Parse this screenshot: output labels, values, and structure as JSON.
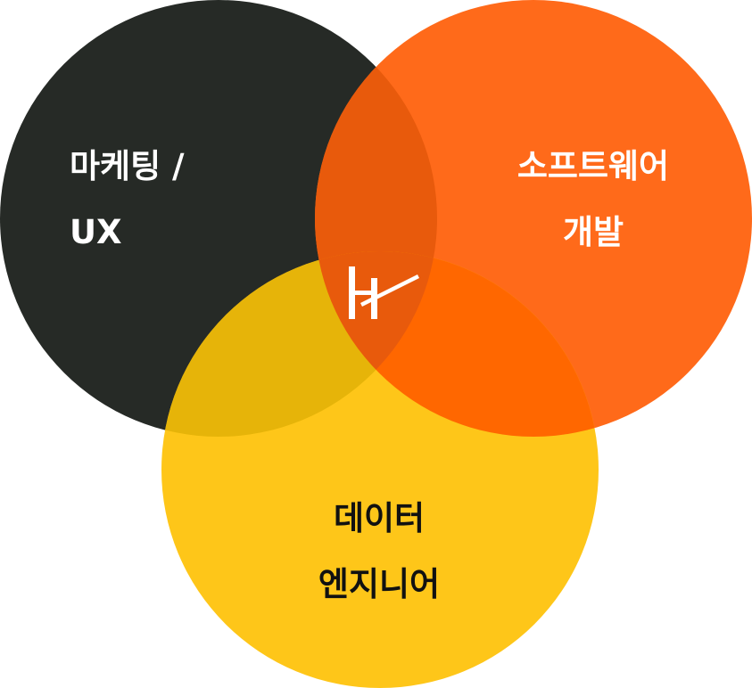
{
  "diagram": {
    "type": "venn",
    "circles": [
      {
        "id": "marketing",
        "label_lines": [
          "마케팅 /",
          "UX"
        ],
        "fill": "#262a26",
        "text_color": "#ffffff"
      },
      {
        "id": "software",
        "label_lines": [
          "소프트웨어",
          "개발"
        ],
        "fill": "#ff6a1a",
        "text_color": "#ffffff"
      },
      {
        "id": "data",
        "label_lines": [
          "데이터",
          "엔지니어"
        ],
        "fill": "#fec619",
        "text_color": "#111111"
      }
    ],
    "overlap_colors": {
      "marketing_software": "#e85a0c",
      "marketing_data": "#e6b409",
      "software_data": "#ff6700"
    },
    "center_logo": {
      "icon": "h-logo-icon",
      "color": "#ffffff"
    }
  }
}
